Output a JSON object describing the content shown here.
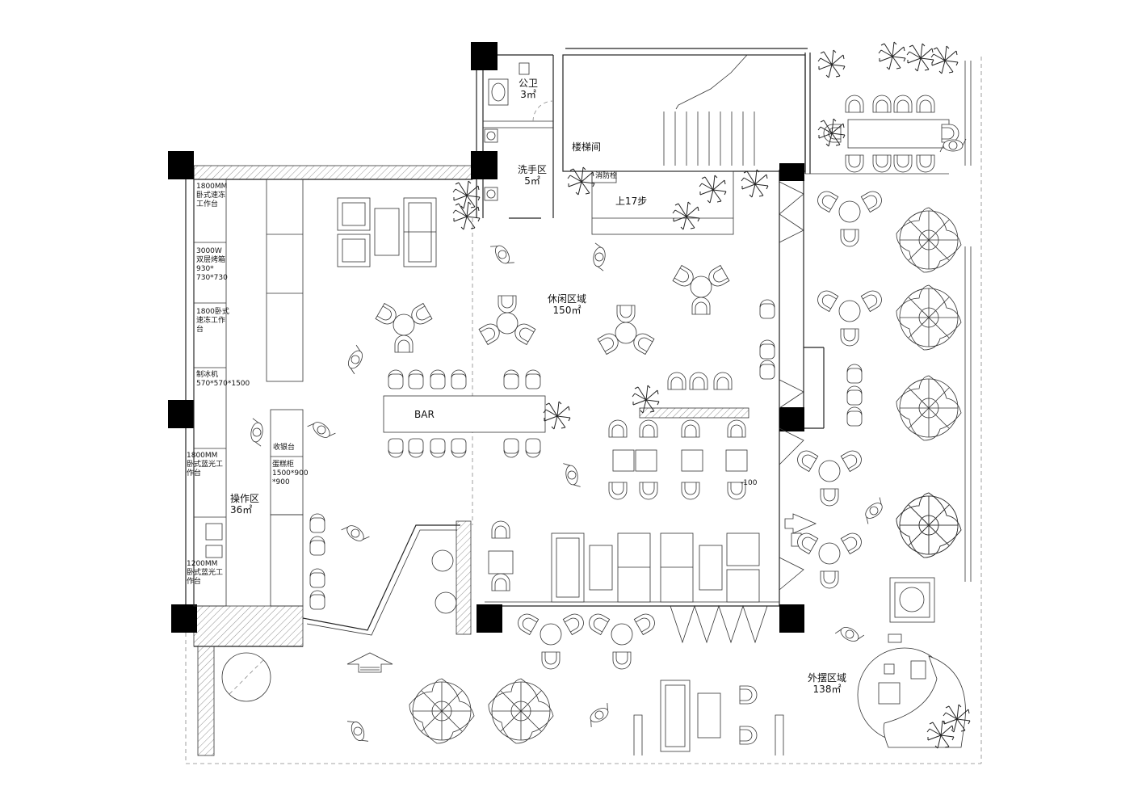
{
  "rooms": {
    "restroom": {
      "name": "公卫",
      "area": "3㎡"
    },
    "washing": {
      "name": "洗手区",
      "area": "5㎡"
    },
    "stairwell": {
      "name": "楼梯间"
    },
    "fire_hydrant": "消防栓",
    "stairs_up": "上17步",
    "lounge": {
      "name": "休闲区域",
      "area": "150㎡"
    },
    "operation": {
      "name": "操作区",
      "area": "36㎡"
    },
    "outdoor": {
      "name": "外摆区域",
      "area": "138㎡"
    },
    "bar": "BAR",
    "cashier": "收银台",
    "level": "-100"
  },
  "equipment": [
    {
      "label": "1800MM\n卧式速冻\n工作台"
    },
    {
      "label": "3000W\n双层烤箱\n930*\n730*730"
    },
    {
      "label": "1800卧式\n速冻工作\n台"
    },
    {
      "label": "制冰机\n570*570*1500"
    },
    {
      "label": "1800MM\n卧式蓝光工\n作台"
    },
    {
      "label": "1200MM\n卧式蓝光工\n作台"
    },
    {
      "label": "蛋糕柜\n1500*900\n*900"
    }
  ]
}
